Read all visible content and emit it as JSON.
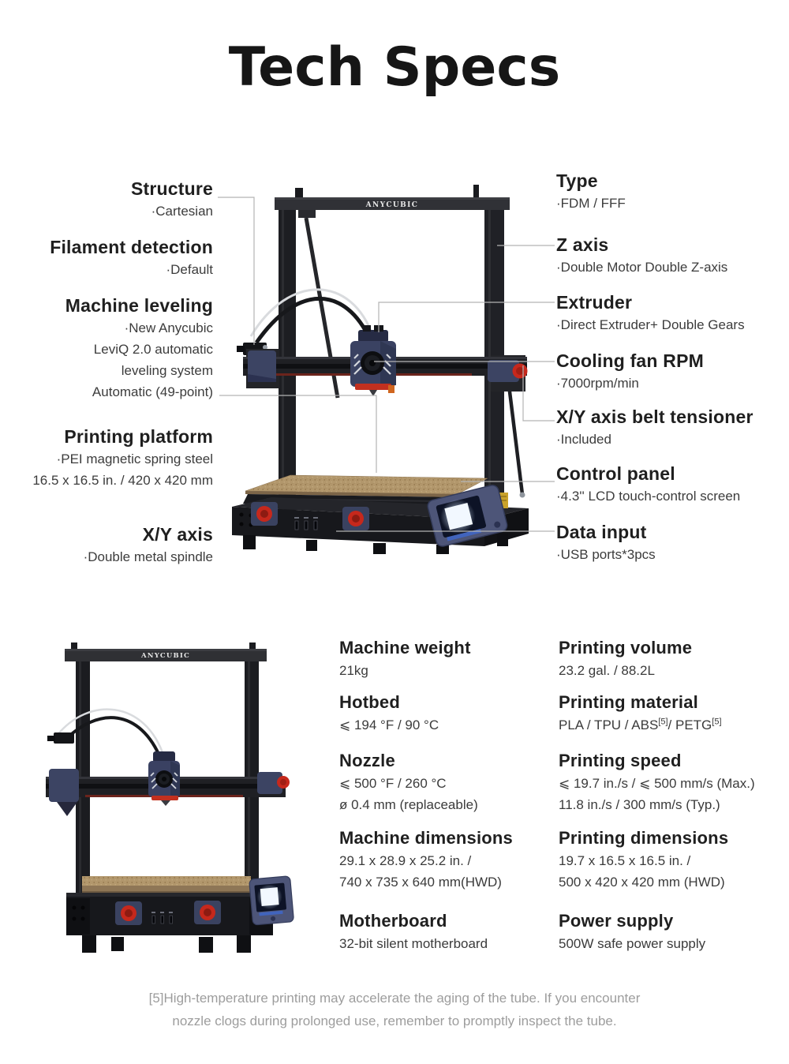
{
  "title": "Tech Specs",
  "brand": {
    "logo": "ANYCUBIC"
  },
  "specs_left": [
    {
      "label": "Structure",
      "lines": [
        "·Cartesian"
      ]
    },
    {
      "label": "Filament detection",
      "lines": [
        "·Default"
      ]
    },
    {
      "label": "Machine leveling",
      "lines": [
        "·New Anycubic",
        "LeviQ 2.0 automatic",
        "leveling system",
        "Automatic (49-point)"
      ]
    },
    {
      "label": "Printing platform",
      "lines": [
        "·PEI magnetic spring steel",
        "16.5 x 16.5 in. / 420 x 420 mm"
      ]
    },
    {
      "label": "X/Y axis",
      "lines": [
        "·Double metal spindle"
      ]
    }
  ],
  "specs_right": [
    {
      "label": "Type",
      "lines": [
        "·FDM / FFF"
      ]
    },
    {
      "label": "Z axis",
      "lines": [
        "·Double Motor Double Z-axis"
      ]
    },
    {
      "label": "Extruder",
      "lines": [
        "·Direct Extruder+ Double Gears"
      ]
    },
    {
      "label": "Cooling fan RPM",
      "lines": [
        "·7000rpm/min"
      ]
    },
    {
      "label": "X/Y axis belt tensioner",
      "lines": [
        "·Included"
      ]
    },
    {
      "label": "Control panel",
      "lines": [
        "·4.3'' LCD touch-control screen"
      ]
    },
    {
      "label": "Data input",
      "lines": [
        "·USB ports*3pcs"
      ]
    }
  ],
  "specs_bottom_col1": [
    {
      "label": "Machine weight",
      "lines": [
        "21kg"
      ]
    },
    {
      "label": "Hotbed",
      "lines": [
        "⩽ 194 °F / 90 °C"
      ]
    },
    {
      "label": "Nozzle",
      "lines": [
        "⩽ 500 °F / 260 °C",
        "ø 0.4 mm (replaceable)"
      ]
    },
    {
      "label": "Machine dimensions",
      "lines": [
        "29.1 x 28.9 x 25.2 in. /",
        "740 x 735 x 640 mm(HWD)"
      ]
    },
    {
      "label": "Motherboard",
      "lines": [
        "32-bit silent motherboard"
      ]
    }
  ],
  "specs_bottom_col2": [
    {
      "label": "Printing volume",
      "lines": [
        "23.2 gal. / 88.2L"
      ]
    },
    {
      "label": "Printing material",
      "material": {
        "p1": "PLA / TPU / ABS",
        "sup1": "[5]",
        "p2": "/ PETG",
        "sup2": "[5]"
      }
    },
    {
      "label": "Printing speed",
      "lines": [
        "⩽ 19.7 in./s / ⩽ 500 mm/s (Max.)",
        "11.8 in./s / 300 mm/s (Typ.)"
      ]
    },
    {
      "label": "Printing dimensions",
      "lines": [
        "19.7 x 16.5 x 16.5 in. /",
        "500 x 420 x 420 mm (HWD)"
      ]
    },
    {
      "label": "Power supply",
      "lines": [
        "500W safe power supply"
      ]
    }
  ],
  "footnote": {
    "line1": "[5]High-temperature printing may accelerate the aging of the tube. If you encounter",
    "line2": "nozzle clogs during prolonged use, remember to promptly inspect the tube."
  },
  "colors": {
    "accent_red": "#c6281c",
    "accent_blue": "#3c4463",
    "bed_tan": "#b2976c"
  }
}
